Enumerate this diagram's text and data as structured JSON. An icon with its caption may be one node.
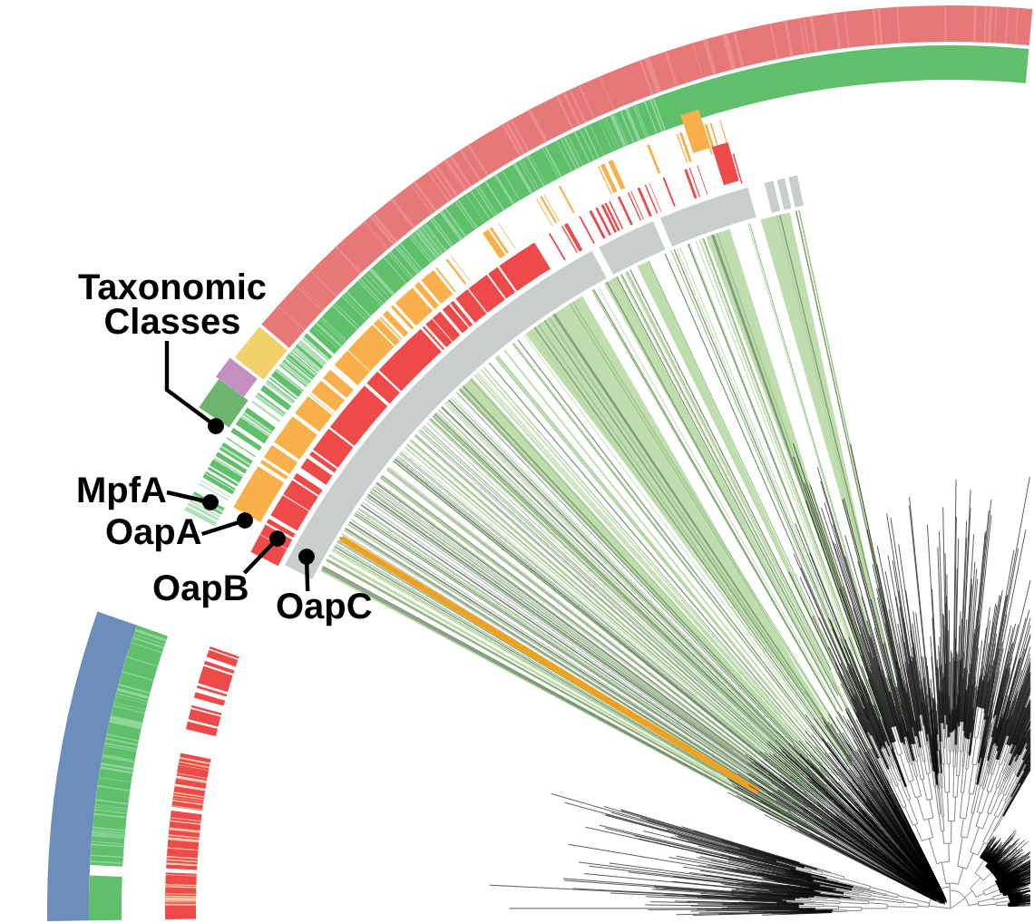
{
  "diagram": {
    "nodes": [
      {
        "text": [
          "Taxonomic Classes"
        ]
      },
      {
        "text": [
          "MpfA"
        ]
      },
      {
        "text": [
          "OapA"
        ]
      },
      {
        "text": [
          "OapB"
        ]
      },
      {
        "text": [
          "OapC"
        ]
      }
    ],
    "edges": [
      {
        "from": 0,
        "to": null,
        "arrow": "other"
      },
      {
        "from": 1,
        "to": null,
        "arrow": "other"
      },
      {
        "from": 2,
        "to": null,
        "arrow": "other"
      },
      {
        "from": 3,
        "to": null,
        "arrow": "other"
      },
      {
        "from": 4,
        "to": null,
        "arrow": "other"
      }
    ]
  }
}
